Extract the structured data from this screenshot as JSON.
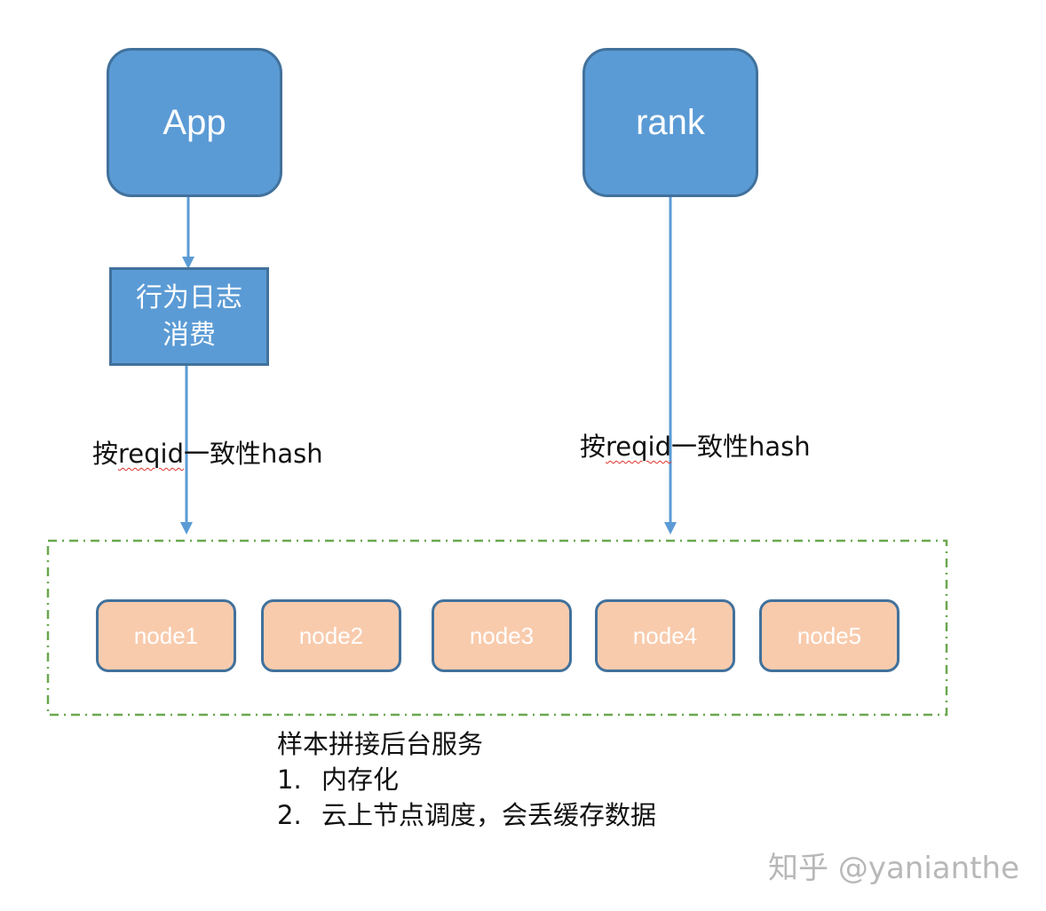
{
  "nodes": {
    "app": "App",
    "rank": "rank",
    "consumer_line1": "行为日志",
    "consumer_line2": "消费"
  },
  "edge_labels": {
    "left_prefix": "按",
    "left_key": "reqid",
    "left_suffix": "一致性hash",
    "right_prefix": "按",
    "right_key": "reqid",
    "right_suffix": "一致性hash"
  },
  "cluster_nodes": [
    "node1",
    "node2",
    "node3",
    "node4",
    "node5"
  ],
  "notes": {
    "title": "样本拼接后台服务",
    "items": [
      {
        "num": "1.",
        "text": "内存化"
      },
      {
        "num": "2.",
        "text": "云上节点调度，会丢缓存数据"
      }
    ]
  },
  "watermark": "知乎 @yanianthe",
  "colors": {
    "box_fill": "#5b9bd5",
    "box_border": "#41719c",
    "node_fill": "#f8cbad",
    "cluster_border": "#6aa84f",
    "arrow": "#5b9bd5"
  }
}
